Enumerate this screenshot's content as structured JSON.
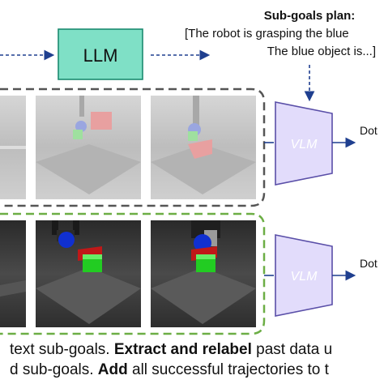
{
  "llm_label": "LLM",
  "vlm_top_label": "VLM",
  "vlm_bottom_label": "VLM",
  "plan": {
    "title": "Sub-goals plan:",
    "line1": "[The robot is grasping the blue",
    "line2": "The blue object is...]"
  },
  "output_top": "Dot",
  "output_bottom": "Dot",
  "caption": {
    "line1_a": "text sub-goals. ",
    "line1_b": "Extract and relabel",
    "line1_c": " past data u",
    "line2_a": "d sub-goals. ",
    "line2_b": "Add",
    "line2_c": " all successful trajectories to t"
  },
  "colors": {
    "llm_fill": "#7fe0c6",
    "llm_stroke": "#1b8a70",
    "vlm_fill": "#e2dcfb",
    "vlm_stroke": "#5a4fa8",
    "arrow": "#1f3f8f",
    "top_frame": "#555555",
    "bottom_frame": "#6cae45"
  }
}
